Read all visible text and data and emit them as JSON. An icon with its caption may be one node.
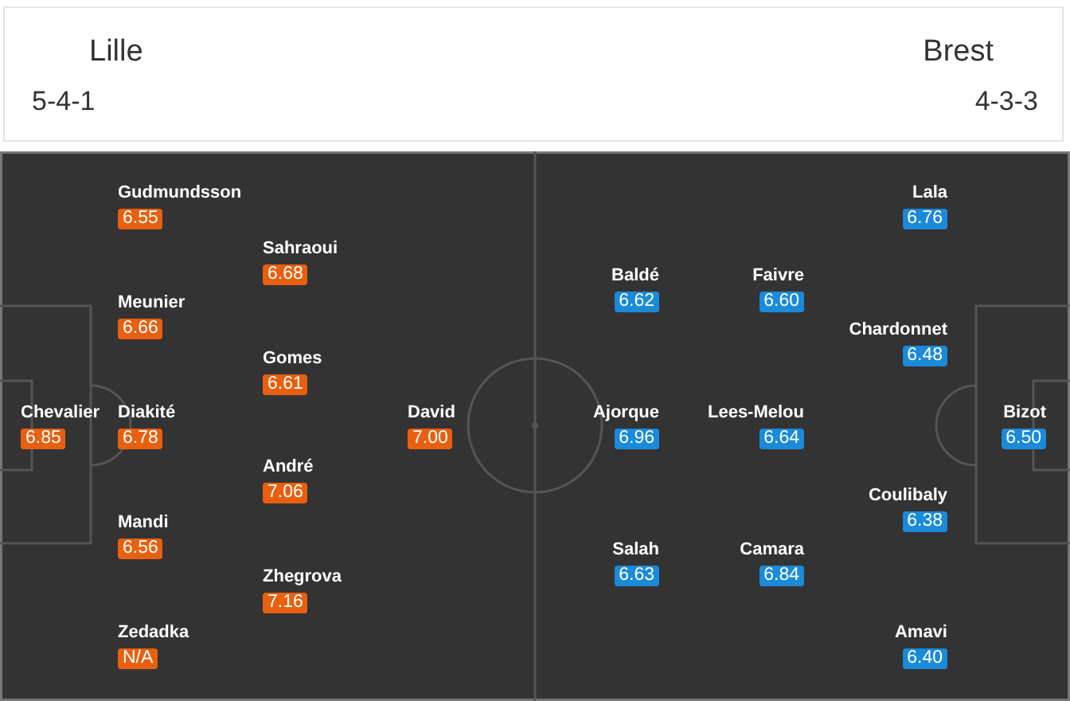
{
  "diagram": {
    "nodes": [
      {
        "text": [
          "Chevalier",
          "6.85"
        ]
      },
      {
        "text": [
          "Gudmundsson",
          "6.55"
        ]
      },
      {
        "text": [
          "Meunier",
          "6.66"
        ]
      },
      {
        "text": [
          "Diakité",
          "6.78"
        ]
      },
      {
        "text": [
          "Mandi",
          "6.56"
        ]
      },
      {
        "text": [
          "Zedadka",
          "N/A"
        ]
      },
      {
        "text": [
          "Sahraoui",
          "6.68"
        ]
      },
      {
        "text": [
          "Gomes",
          "6.61"
        ]
      },
      {
        "text": [
          "André",
          "7.06"
        ]
      },
      {
        "text": [
          "Zhegrova",
          "7.16"
        ]
      },
      {
        "text": [
          "David",
          "7.00"
        ]
      },
      {
        "text": [
          "Baldé",
          "6.62"
        ]
      },
      {
        "text": [
          "Ajorque",
          "6.96"
        ]
      },
      {
        "text": [
          "Salah",
          "6.63"
        ]
      },
      {
        "text": [
          "Faivre",
          "6.60"
        ]
      },
      {
        "text": [
          "Lees-Melou",
          "6.64"
        ]
      },
      {
        "text": [
          "Camara",
          "6.84"
        ]
      },
      {
        "text": [
          "Lala",
          "6.76"
        ]
      },
      {
        "text": [
          "Chardonnet",
          "6.48"
        ]
      },
      {
        "text": [
          "Coulibaly",
          "6.38"
        ]
      },
      {
        "text": [
          "Amavi",
          "6.40"
        ]
      },
      {
        "text": [
          "Bizot",
          "6.50"
        ]
      }
    ],
    "labels": [
      "Lille",
      "5-4-1",
      "Brest",
      "4-3-3"
    ]
  }
}
